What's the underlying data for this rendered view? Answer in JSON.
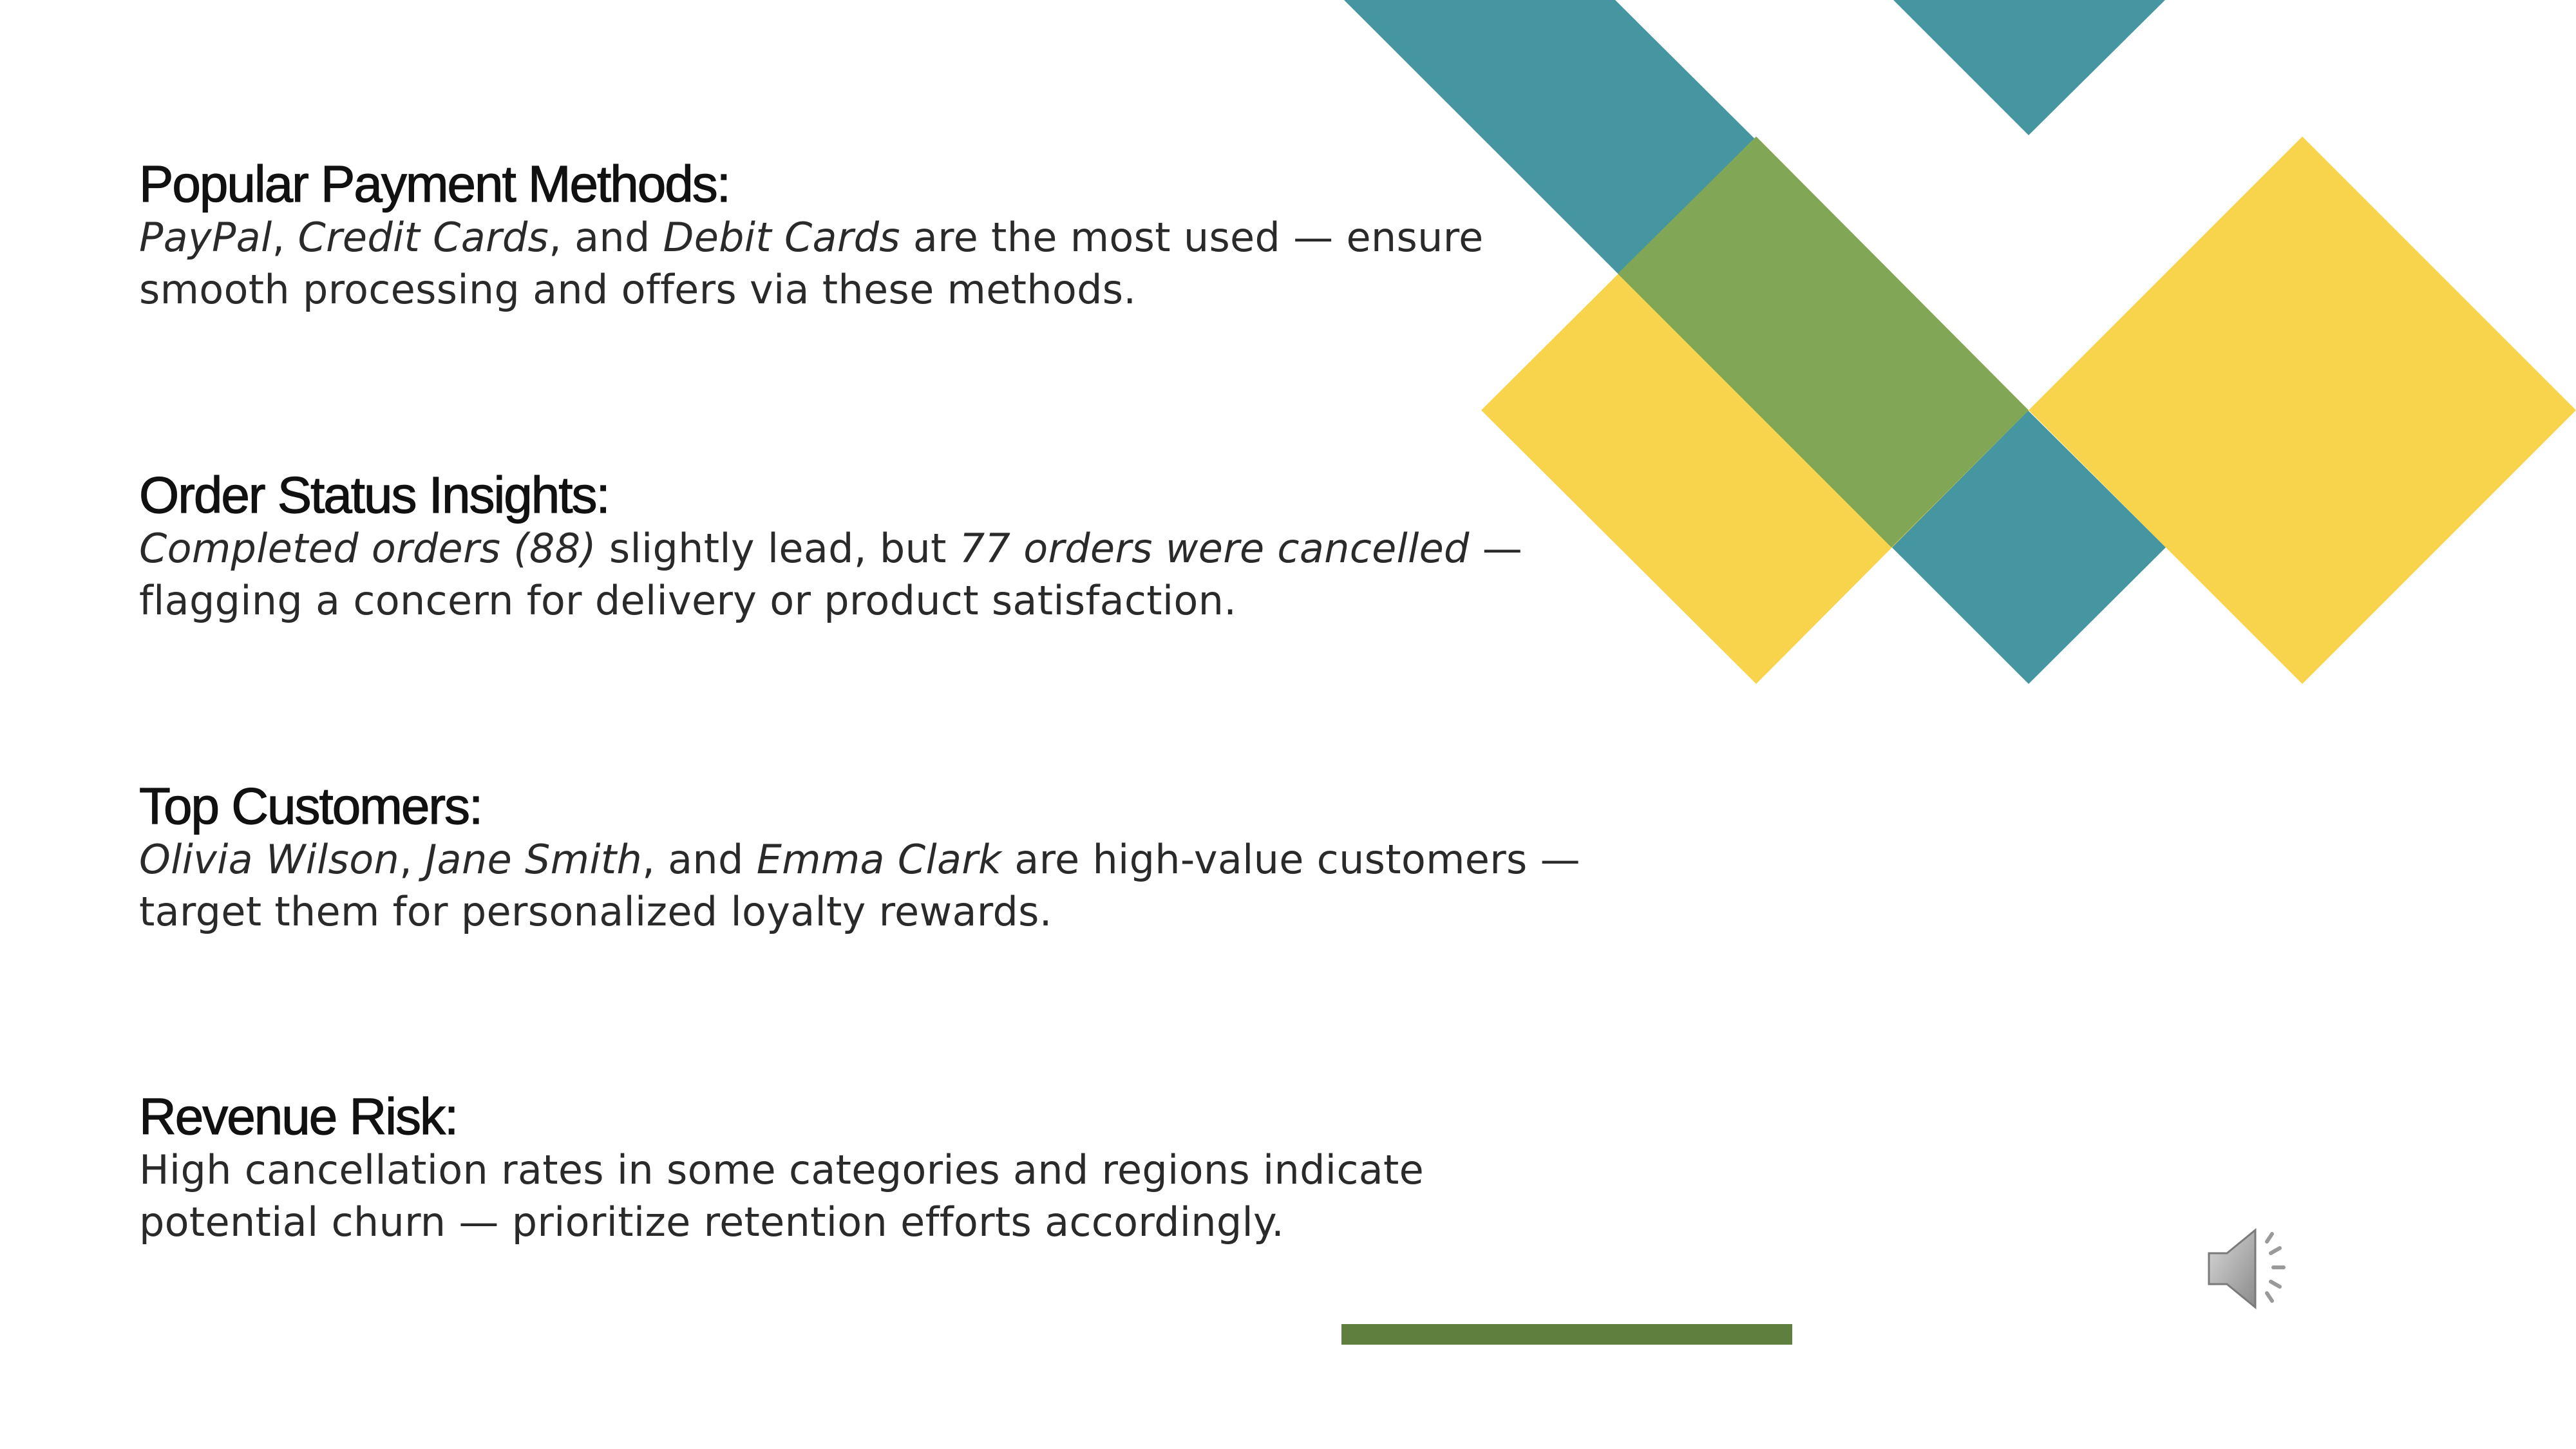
{
  "colors": {
    "teal": "#4596a1",
    "yellow": "#f7d44c",
    "green_overlap": "#80a656",
    "accent_bar": "#5f7f3e"
  },
  "sections": [
    {
      "title": "Popular Payment Methods:",
      "parts": [
        {
          "t": "PayPal",
          "i": true
        },
        {
          "t": ", ",
          "i": false
        },
        {
          "t": "Credit Cards",
          "i": true
        },
        {
          "t": ", and ",
          "i": false
        },
        {
          "t": "Debit Cards",
          "i": true
        },
        {
          "t": " are the most used — ensure smooth processing and offers via these methods.",
          "i": false
        }
      ]
    },
    {
      "title": "Order Status Insights:",
      "parts": [
        {
          "t": "Completed orders (88)",
          "i": true
        },
        {
          "t": " slightly lead, but ",
          "i": false
        },
        {
          "t": "77 orders were cancelled",
          "i": true
        },
        {
          "t": " — flagging a concern for delivery or product satisfaction.",
          "i": false
        }
      ]
    },
    {
      "title": "Top Customers:",
      "parts": [
        {
          "t": "Olivia Wilson",
          "i": true
        },
        {
          "t": ", ",
          "i": false
        },
        {
          "t": "Jane Smith",
          "i": true
        },
        {
          "t": ", and ",
          "i": false
        },
        {
          "t": "Emma Clark",
          "i": true
        },
        {
          "t": " are high-value customers — target them for personalized loyalty rewards.",
          "i": false
        }
      ]
    },
    {
      "title": "Revenue Risk:",
      "parts": [
        {
          "t": "High cancellation rates in some categories and regions indicate potential churn — prioritize retention efforts accordingly.",
          "i": false
        }
      ]
    }
  ],
  "audio": {
    "icon": "speaker-icon"
  }
}
